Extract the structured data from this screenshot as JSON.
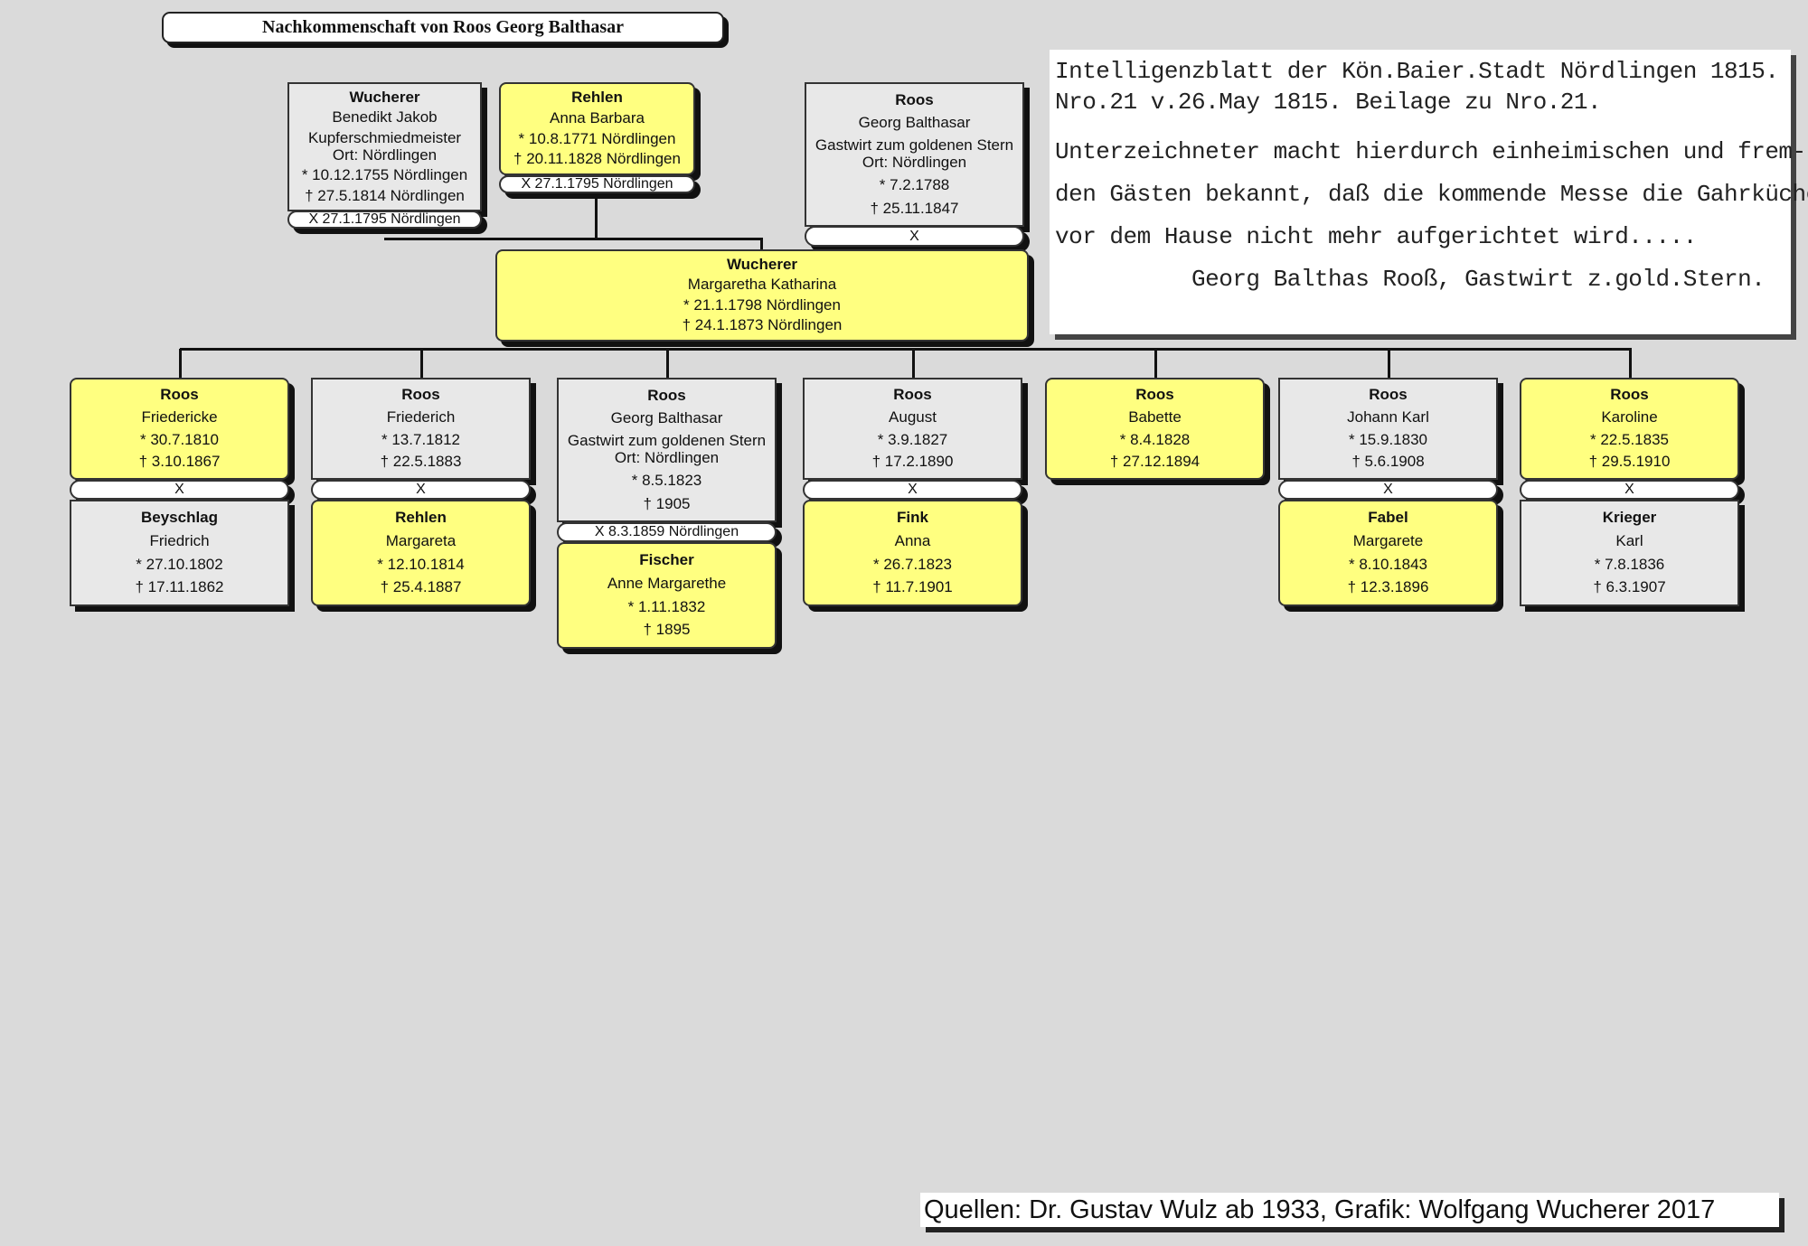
{
  "title": "Nachkommenschaft von Roos Georg Balthasar",
  "parents": [
    {
      "id": "p1",
      "style": "g",
      "lines": [
        "Wucherer",
        "Benedikt Jakob",
        "Kupferschmiedmeister Ort: Nördlingen",
        "* 10.12.1755 Nördlingen",
        "† 27.5.1814 Nördlingen"
      ],
      "marriage": "X 27.1.1795 Nördlingen"
    },
    {
      "id": "p2",
      "style": "y",
      "lines": [
        "Rehlen",
        "Anna Barbara",
        "* 10.8.1771 Nördlingen",
        "† 20.11.1828 Nördlingen"
      ],
      "marriage": "X 27.1.1795 Nördlingen"
    },
    {
      "id": "p3",
      "style": "g",
      "lines": [
        "Roos",
        "Georg Balthasar",
        "Gastwirt    zum goldenen Stern Ort: Nördlingen",
        "* 7.2.1788",
        "† 25.11.1847"
      ],
      "marriage": "X"
    },
    {
      "id": "p4",
      "style": "y",
      "lines": [
        "Wucherer",
        "Margaretha Katharina",
        "* 21.1.1798 Nördlingen",
        "† 24.1.1873 Nördlingen"
      ]
    }
  ],
  "children": [
    {
      "style": "y",
      "lines": [
        "Roos",
        "Friedericke",
        "* 30.7.1810",
        "† 3.10.1867"
      ],
      "marriage": "X",
      "spouse": {
        "style": "g",
        "lines": [
          "Beyschlag",
          "Friedrich",
          "* 27.10.1802",
          "† 17.11.1862"
        ]
      }
    },
    {
      "style": "g",
      "lines": [
        "Roos",
        "Friederich",
        "* 13.7.1812",
        "† 22.5.1883"
      ],
      "marriage": "X",
      "spouse": {
        "style": "y",
        "lines": [
          "Rehlen",
          "Margareta",
          "* 12.10.1814",
          "† 25.4.1887"
        ]
      }
    },
    {
      "style": "g",
      "lines": [
        "Roos",
        "Georg Balthasar",
        "Gastwirt zum goldenen Stern Ort: Nördlingen",
        "* 8.5.1823",
        "† 1905"
      ],
      "marriage": "X 8.3.1859 Nördlingen",
      "spouse": {
        "style": "y",
        "lines": [
          "Fischer",
          "Anne Margarethe",
          "* 1.11.1832",
          "† 1895"
        ]
      }
    },
    {
      "style": "g",
      "lines": [
        "Roos",
        "August",
        "* 3.9.1827",
        "† 17.2.1890"
      ],
      "marriage": "X",
      "spouse": {
        "style": "y",
        "lines": [
          "Fink",
          "Anna",
          "* 26.7.1823",
          "† 11.7.1901"
        ]
      }
    },
    {
      "style": "y",
      "lines": [
        "Roos",
        "Babette",
        "* 8.4.1828",
        "† 27.12.1894"
      ]
    },
    {
      "style": "g",
      "lines": [
        "Roos",
        "Johann Karl",
        "* 15.9.1830",
        "† 5.6.1908"
      ],
      "marriage": "X",
      "spouse": {
        "style": "y",
        "lines": [
          "Fabel",
          "Margarete",
          "* 8.10.1843",
          "† 12.3.1896"
        ]
      }
    },
    {
      "style": "y",
      "lines": [
        "Roos",
        "Karoline",
        "* 22.5.1835",
        "† 29.5.1910"
      ],
      "marriage": "X",
      "spouse": {
        "style": "g",
        "lines": [
          "Krieger",
          "Karl",
          "* 7.8.1836",
          "† 6.3.1907"
        ]
      }
    }
  ],
  "document": {
    "lines": [
      "Intelligenzblatt der Kön.Baier.Stadt Nördlingen 1815.",
      "Nro.21 v.26.May 1815. Beilage zu Nro.21.",
      "",
      "Unterzeichneter macht hierdurch einheimischen und frem-",
      "den Gästen bekannt, daß die kommende Messe die Gahrküche",
      "vor dem Hause nicht mehr aufgerichtet wird.....",
      "          Georg Balthas Rooß, Gastwirt z.gold.Stern."
    ]
  },
  "footer": "Quellen: Dr. Gustav Wulz ab 1933, Grafik: Wolfgang Wucherer 2017",
  "colors": {
    "yellow": "#ffff80",
    "gray": "#e8e8e8",
    "background": "#dadada"
  }
}
